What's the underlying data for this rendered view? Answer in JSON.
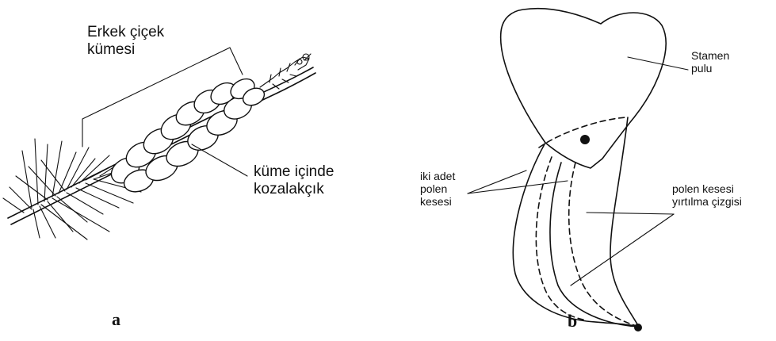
{
  "panel_a": {
    "letter": "a",
    "label_cluster_line1": "Erkek çiçek",
    "label_cluster_line2": "kümesi",
    "label_cone_line1": "küme içinde",
    "label_cone_line2": "kozalakçık"
  },
  "panel_b": {
    "letter": "b",
    "label_scale_line1": "Stamen",
    "label_scale_line2": "pulu",
    "label_sacs_line1": "iki adet",
    "label_sacs_line2": "polen",
    "label_sacs_line3": "kesesi",
    "label_dehiscence_line1": "polen kesesi",
    "label_dehiscence_line2": "yırtılma çizgisi"
  }
}
